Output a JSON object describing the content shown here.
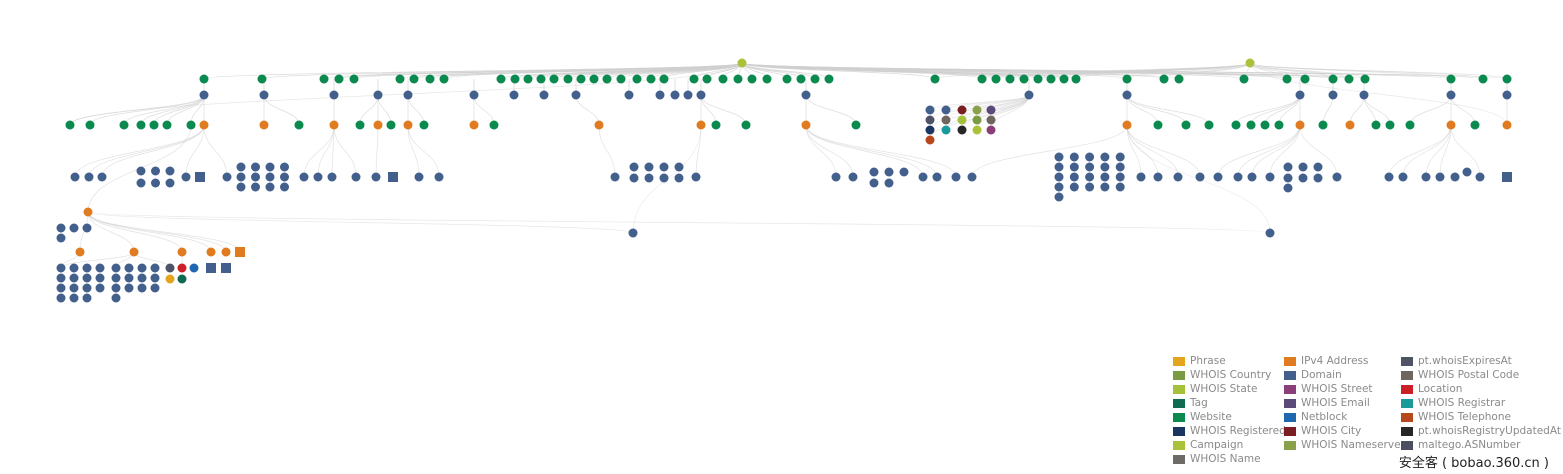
{
  "palette": {
    "website": "#0a8a4e",
    "ipv4": "#e07c1f",
    "domain": "#435f8c",
    "campaign": "#a9c23a",
    "edge": "#cfcfcf"
  },
  "legend": {
    "items": [
      {
        "label": "Phrase",
        "color": "#e3a51e",
        "icon": "phrase-swatch"
      },
      {
        "label": "WHOIS Country",
        "color": "#7a9a44",
        "icon": "whois-country-swatch"
      },
      {
        "label": "WHOIS State",
        "color": "#a4c13a",
        "icon": "whois-state-swatch"
      },
      {
        "label": "Tag",
        "color": "#0f6a52",
        "icon": "tag-swatch"
      },
      {
        "label": "Website",
        "color": "#0a8a4e",
        "icon": "website-swatch"
      },
      {
        "label": "WHOIS Registered",
        "color": "#1b3563",
        "icon": "whois-registered-swatch"
      },
      {
        "label": "Campaign",
        "color": "#a9c23a",
        "icon": "campaign-swatch"
      },
      {
        "label": "WHOIS Name",
        "color": "#6e6a66",
        "icon": "whois-name-swatch"
      },
      {
        "label": "IPv4 Address",
        "color": "#e07c1f",
        "icon": "ipv4-swatch"
      },
      {
        "label": "Domain",
        "color": "#435f8c",
        "icon": "domain-swatch"
      },
      {
        "label": "WHOIS Street",
        "color": "#8a3f78",
        "icon": "whois-street-swatch"
      },
      {
        "label": "WHOIS Email",
        "color": "#5a4a7a",
        "icon": "whois-email-swatch"
      },
      {
        "label": "Netblock",
        "color": "#1f68b0",
        "icon": "netblock-swatch"
      },
      {
        "label": "WHOIS City",
        "color": "#7a1e23",
        "icon": "whois-city-swatch"
      },
      {
        "label": "WHOIS Nameserver",
        "color": "#8aa04a",
        "icon": "whois-nameserver-swatch"
      },
      {
        "label": "pt.whoisExpiresAt",
        "color": "#4f5366",
        "icon": "pt-whois-expires-swatch"
      },
      {
        "label": "WHOIS Postal Code",
        "color": "#6e655e",
        "icon": "whois-postal-code-swatch"
      },
      {
        "label": "Location",
        "color": "#cc2027",
        "icon": "location-swatch"
      },
      {
        "label": "WHOIS Registrar",
        "color": "#1a9a9a",
        "icon": "whois-registrar-swatch"
      },
      {
        "label": "WHOIS Telephone",
        "color": "#b8471e",
        "icon": "whois-telephone-swatch"
      },
      {
        "label": "pt.whoisRegistryUpdatedAt",
        "color": "#262626",
        "icon": "pt-whois-registry-updated-swatch"
      },
      {
        "label": "maltego.ASNumber",
        "color": "#4a4e5e",
        "icon": "maltego-asnumber-swatch"
      }
    ]
  },
  "watermark": "安全客 ( bobao.360.cn )"
}
